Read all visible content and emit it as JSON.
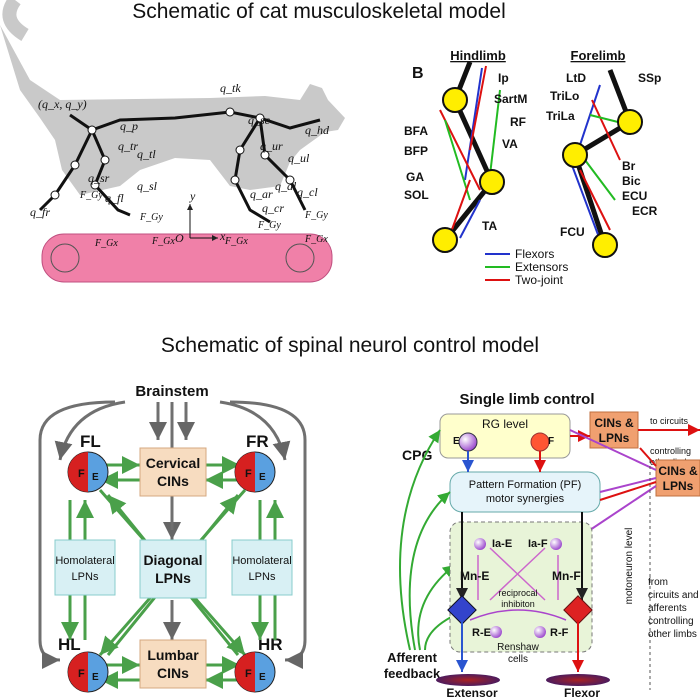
{
  "titles": {
    "top": "Schematic of cat musculoskeletal model",
    "bottom": "Schematic of spinal neurol control model"
  },
  "cat": {
    "labels": [
      "(q_x, q_y)",
      "q_tk",
      "q_p",
      "q_sc",
      "q_hd",
      "q_tr",
      "q_tl",
      "q_ur",
      "q_ul",
      "q_sl",
      "q_sr",
      "q_al",
      "q_cl",
      "q_ar",
      "q_fl",
      "q_fr",
      "q_cr",
      "F_Gy",
      "F_Gx",
      "F_Gy",
      "F_Gx",
      "F_Gy",
      "F_Gx",
      "F_Gy",
      "F_Gx",
      "y",
      "x",
      "O"
    ]
  },
  "limbs": {
    "panel": "B",
    "hind_title": "Hindlimb",
    "fore_title": "Forelimb",
    "hind_muscles": [
      "Ip",
      "SartM",
      "RF",
      "VA",
      "BFA",
      "BFP",
      "GA",
      "SOL",
      "TA"
    ],
    "fore_muscles": [
      "LtD",
      "SSp",
      "TriLo",
      "TriLa",
      "Br",
      "Bic",
      "ECU",
      "ECR",
      "FCU"
    ],
    "legend": [
      {
        "label": "Flexors",
        "color": "#2233cc"
      },
      {
        "label": "Extensors",
        "color": "#22bb22"
      },
      {
        "label": "Two-joint",
        "color": "#dd1111"
      }
    ]
  },
  "spinal": {
    "brainstem": "Brainstem",
    "fl": "FL",
    "fr": "FR",
    "hl": "HL",
    "hr": "HR",
    "cervical": [
      "Cervical",
      "CINs"
    ],
    "lumbar": [
      "Lumbar",
      "CINs"
    ],
    "diagonal": [
      "Diagonal",
      "LPNs"
    ],
    "homolateral": [
      "Homolateral",
      "LPNs"
    ],
    "f": "F",
    "e": "E",
    "colors": {
      "f": "#d62020",
      "e": "#5aa0e0",
      "arrow": "#4aa04a",
      "box": "#f7dcc0",
      "lpn": "#d8f0f4"
    }
  },
  "single": {
    "title": "Single limb control",
    "rg": "RG level",
    "e": "E",
    "f": "F",
    "cins_lpns": [
      "CINs &",
      "LPNs"
    ],
    "to_circuits": "to circuits",
    "controlling": "controlling",
    "other_limbs": "other limbs",
    "cpg": "CPG",
    "pf": [
      "Pattern Formation (PF)",
      "motor synergies"
    ],
    "cins_lpns2": [
      "CINs &",
      "LPNs"
    ],
    "iae": "Ia-E",
    "iaf": "Ia-F",
    "mne": "Mn-E",
    "mnf": "Mn-F",
    "reciprocal": [
      "reciprocal",
      "inhibiton"
    ],
    "re": "R-E",
    "rf": "R-F",
    "renshaw": [
      "Renshaw",
      "cells"
    ],
    "from": [
      "from",
      "circuits and",
      "afferents",
      "controlling",
      "other limbs"
    ],
    "motoneuron": "motoneuron level",
    "afferent": [
      "Afferent",
      "feedback"
    ],
    "extensor": "Extensor",
    "flexor": "Flexor"
  }
}
